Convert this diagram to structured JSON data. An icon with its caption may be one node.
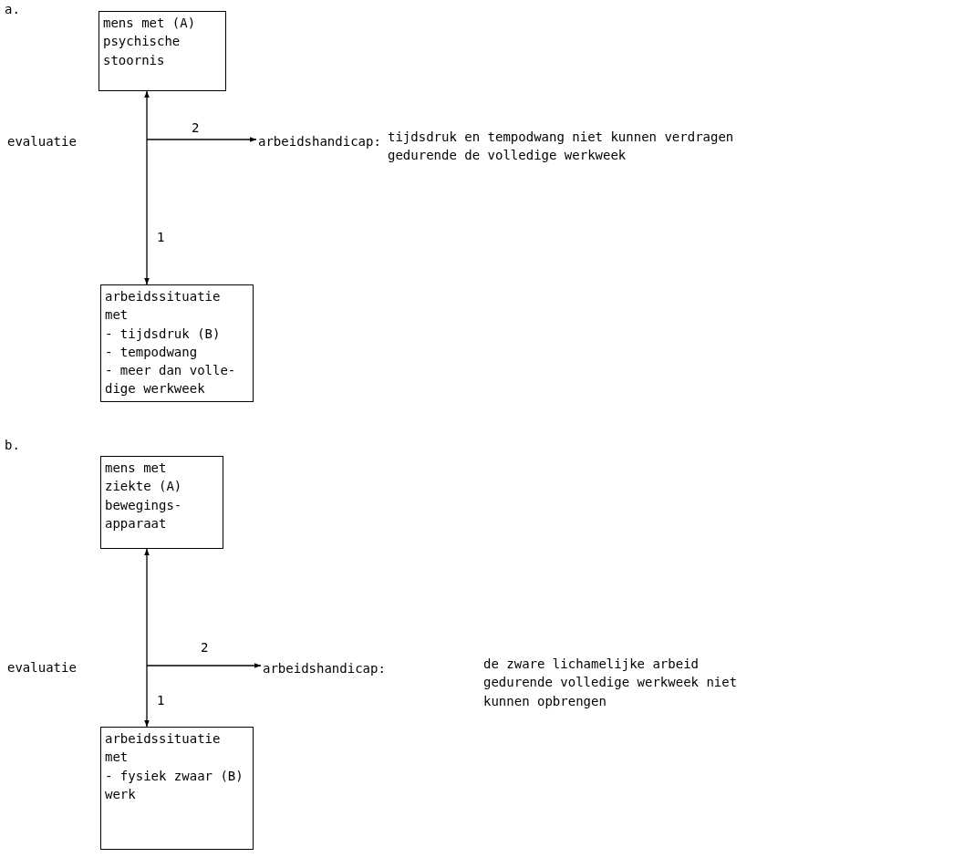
{
  "diagram": {
    "nodes": [
      {
        "text": [
          "mens met (A)",
          "psychische stoornis"
        ]
      },
      {
        "text": [
          "arbeidssituatie met",
          "- tijdsdruk (B)",
          "- tempodwang",
          "- meer dan volle- dige werkweek"
        ]
      },
      {
        "text": [
          "arbeidshandicap:",
          "tijdsdruk en tempodwang niet kunnen verdragen gedurende de volledige werkweek"
        ]
      },
      {
        "text": [
          "mens met",
          "ziekte (A)",
          "bewegings- apparaat"
        ]
      },
      {
        "text": [
          "arbeidssituatie met",
          "- fysiek zwaar (B) werk"
        ]
      },
      {
        "text": [
          "arbeidshandicap:",
          "de zware lichamelijke arbeid gedurende volledige werkweek niet kunnen opbrengen"
        ]
      }
    ],
    "edges": [
      {
        "from": 0,
        "to": 1,
        "arrow": "both",
        "label": "1"
      },
      {
        "from": null,
        "to": 2,
        "arrow": "to",
        "label": "2"
      },
      {
        "from": 3,
        "to": 4,
        "arrow": "both",
        "label": "1"
      },
      {
        "from": null,
        "to": 5,
        "arrow": "to",
        "label": "2"
      }
    ],
    "labels": [
      "a.",
      "evaluatie",
      "b.",
      "evaluatie"
    ]
  }
}
